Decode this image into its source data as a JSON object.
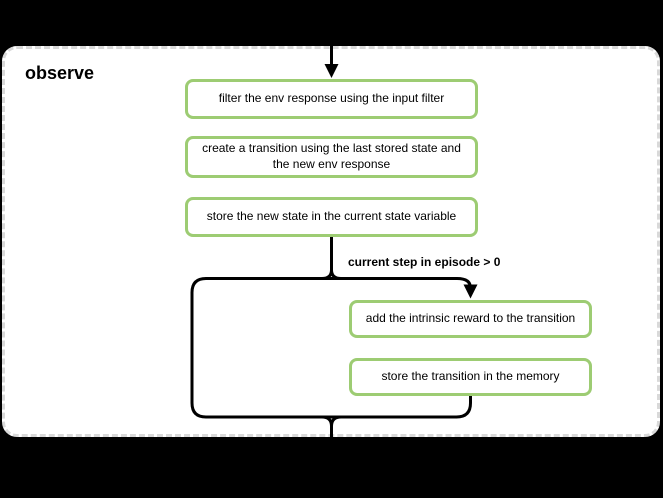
{
  "diagram": {
    "type": "flowchart",
    "title": "observe",
    "nodes": [
      {
        "id": "filter",
        "label": "filter the env response using the input filter"
      },
      {
        "id": "create",
        "label": "create a transition using the last stored state and the new env response"
      },
      {
        "id": "store_state",
        "label": "store the new state in the current state variable"
      },
      {
        "id": "add_reward",
        "label": "add the intrinsic reward to the transition"
      },
      {
        "id": "store_transition",
        "label": "store the transition in the memory"
      }
    ],
    "branch_condition_label": "current step in episode > 0",
    "edges": [
      "entry -> filter",
      "store_state -> branch",
      "branch -> add_reward (current step in episode > 0)",
      "branch -> merge (bypass)",
      "store_transition -> merge",
      "merge -> exit"
    ],
    "colors": {
      "background": "#000000",
      "container_fill": "#ffffff",
      "container_border": "#d9d9d9",
      "node_border": "#9dcc73",
      "node_fill": "#ffffff",
      "connector": "#000000",
      "text": "#000000"
    }
  }
}
